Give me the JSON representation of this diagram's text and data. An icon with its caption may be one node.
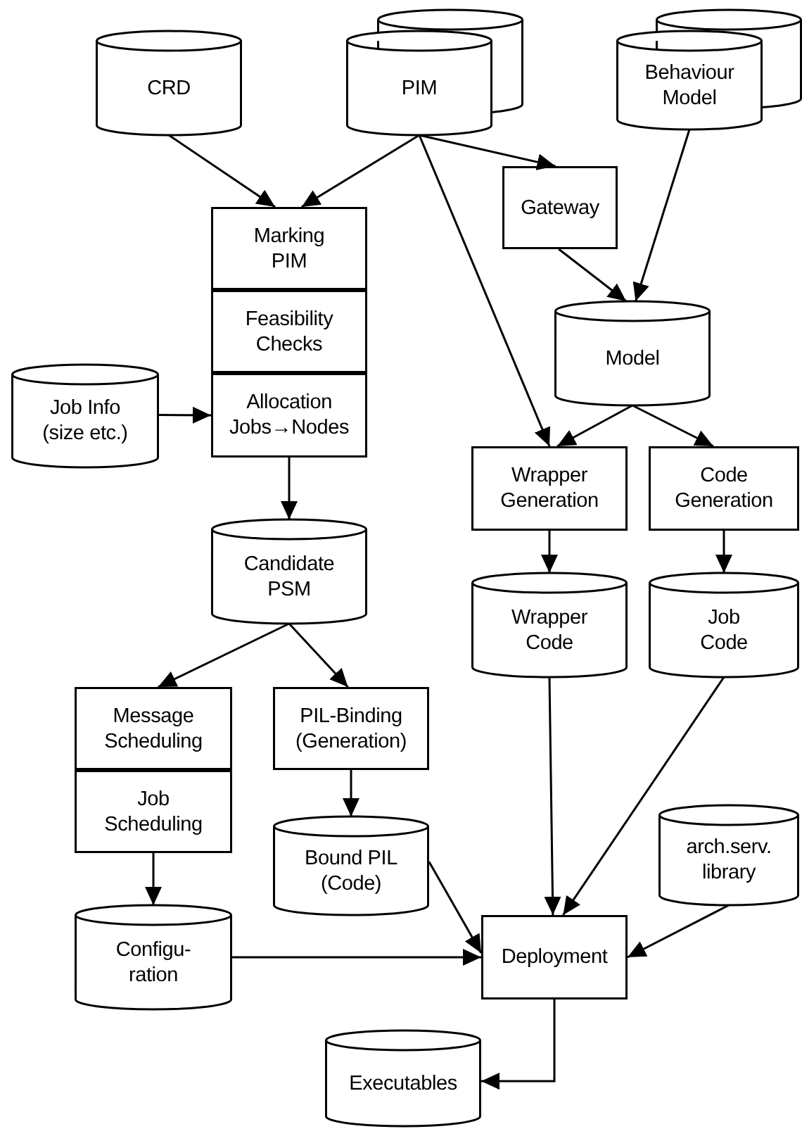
{
  "diagram": {
    "nodes": [
      {
        "text": [
          "CRD"
        ]
      },
      {
        "text": [
          "PIM"
        ]
      },
      {
        "text": [
          "Behaviour Model"
        ]
      },
      {
        "text": [
          "Marking PIM"
        ]
      },
      {
        "text": [
          "Feasibility Checks"
        ]
      },
      {
        "text": [
          "Allocation Jobs→Nodes"
        ]
      },
      {
        "text": [
          "Gateway"
        ]
      },
      {
        "text": [
          "Model"
        ]
      },
      {
        "text": [
          "Job Info (size etc.)"
        ]
      },
      {
        "text": [
          "Wrapper Generation"
        ]
      },
      {
        "text": [
          "Code Generation"
        ]
      },
      {
        "text": [
          "Candidate PSM"
        ]
      },
      {
        "text": [
          "Wrapper Code"
        ]
      },
      {
        "text": [
          "Job Code"
        ]
      },
      {
        "text": [
          "Message Scheduling"
        ]
      },
      {
        "text": [
          "Job Scheduling"
        ]
      },
      {
        "text": [
          "PIL-Binding (Generation)"
        ]
      },
      {
        "text": [
          "Bound PIL (Code)"
        ]
      },
      {
        "text": [
          "arch.serv. library"
        ]
      },
      {
        "text": [
          "Configu- ration"
        ]
      },
      {
        "text": [
          "Deployment"
        ]
      },
      {
        "text": [
          "Executables"
        ]
      }
    ],
    "edges": [
      {
        "from": 0,
        "to": 3,
        "arrow": "to"
      },
      {
        "from": 1,
        "to": 3,
        "arrow": "to"
      },
      {
        "from": 1,
        "to": 6,
        "arrow": "to"
      },
      {
        "from": 1,
        "to": 9,
        "arrow": "to"
      },
      {
        "from": 2,
        "to": 7,
        "arrow": "to"
      },
      {
        "from": 6,
        "to": 7,
        "arrow": "to"
      },
      {
        "from": 7,
        "to": 9,
        "arrow": "to"
      },
      {
        "from": 7,
        "to": 10,
        "arrow": "to"
      },
      {
        "from": 8,
        "to": 5,
        "arrow": "to"
      },
      {
        "from": 5,
        "to": 11,
        "arrow": "to"
      },
      {
        "from": 9,
        "to": 12,
        "arrow": "to"
      },
      {
        "from": 10,
        "to": 13,
        "arrow": "to"
      },
      {
        "from": 11,
        "to": 14,
        "arrow": "to"
      },
      {
        "from": 11,
        "to": 16,
        "arrow": "to"
      },
      {
        "from": 16,
        "to": 17,
        "arrow": "to"
      },
      {
        "from": 15,
        "to": 19,
        "arrow": "to"
      },
      {
        "from": 17,
        "to": 20,
        "arrow": "to"
      },
      {
        "from": 12,
        "to": 20,
        "arrow": "to"
      },
      {
        "from": 13,
        "to": 20,
        "arrow": "to"
      },
      {
        "from": 18,
        "to": 20,
        "arrow": "to"
      },
      {
        "from": 19,
        "to": 20,
        "arrow": "to"
      },
      {
        "from": 20,
        "to": 21,
        "arrow": "to"
      }
    ]
  }
}
